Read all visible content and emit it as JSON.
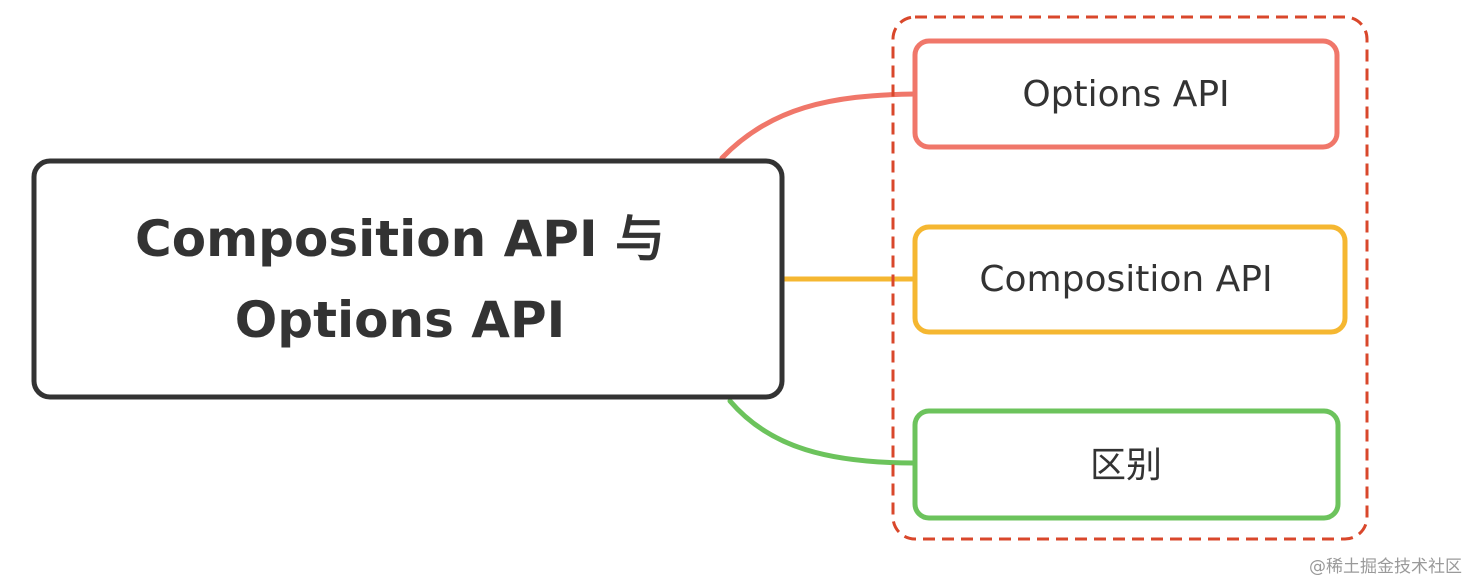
{
  "colors": {
    "root_border": "#333333",
    "text": "#333333",
    "group_border": "#d9472b",
    "branch_1": "#f0776a",
    "branch_2": "#f5b731",
    "branch_3": "#6cc35c",
    "watermark": "#9a9a9a"
  },
  "root": {
    "line_1": "Composition API 与",
    "line_2": "Options API"
  },
  "children": [
    {
      "label": "Options API"
    },
    {
      "label": "Composition API"
    },
    {
      "label": "区别"
    }
  ],
  "watermark": "@稀土掘金技术社区"
}
